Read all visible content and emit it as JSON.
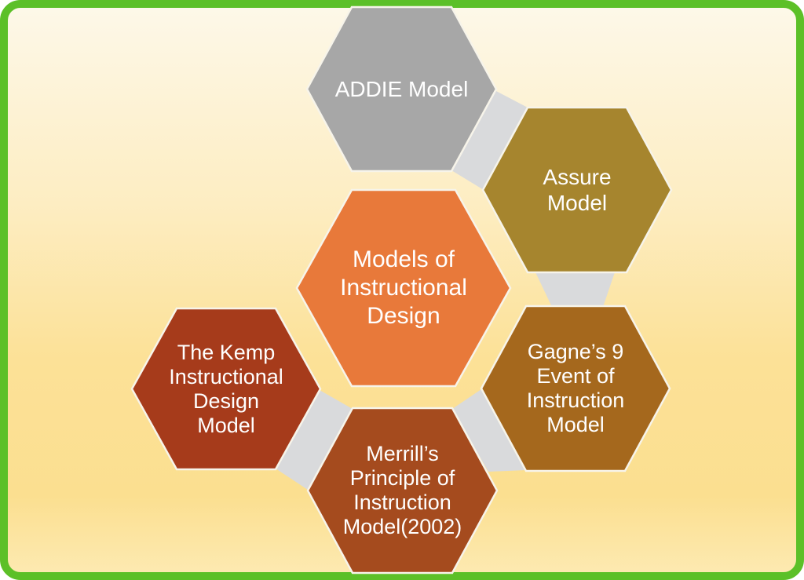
{
  "frame": {
    "border_color": "#5cc028",
    "background_top": "#fdf8e9",
    "background_upper_mid": "#fdedc2",
    "background_lower_mid": "#fce197",
    "background_gold": "#fbdf90",
    "background_bottom": "#fdeab2"
  },
  "diagram": {
    "title": "Models of Instructional Design",
    "connector_color": "#d9dadc",
    "hexagon_outline_color": "#f7f4ea",
    "hexagons": {
      "center": {
        "label": "Models of Instructional Design",
        "lines": [
          "Models of",
          "Instructional",
          "Design"
        ],
        "color": "#e8793a"
      },
      "addie": {
        "label": "ADDIE Model",
        "lines": [
          "ADDIE Model"
        ],
        "color": "#a7a7a7"
      },
      "assure": {
        "label": "Assure Model",
        "lines": [
          "Assure",
          "Model"
        ],
        "color": "#a6852e"
      },
      "gagne": {
        "label": "Gagne’s 9 Event of Instruction Model",
        "lines": [
          "Gagne’s 9",
          "Event of",
          "Instruction",
          "Model"
        ],
        "color": "#a5681d"
      },
      "merrill": {
        "label": "Merrill’s Principle of Instruction Model(2002)",
        "lines": [
          "Merrill’s",
          "Principle of",
          "Instruction",
          "Model(2002)"
        ],
        "color": "#a54b1e"
      },
      "kemp": {
        "label": "The Kemp Instructional Design Model",
        "lines": [
          "The Kemp",
          "Instructional",
          "Design",
          "Model"
        ],
        "color": "#a63b1b"
      }
    }
  }
}
